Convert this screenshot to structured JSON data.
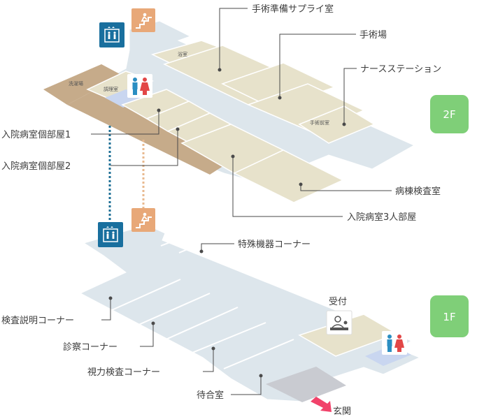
{
  "colors": {
    "floor": "#dde6ec",
    "floor_line": "#ffffff",
    "room": "#e7e2cb",
    "room_line": "#ffffff",
    "laundry": "#c6ab8a",
    "lounge_blue": "#c9d6f0",
    "entrance": "#c9cbd1",
    "elevator": "#196f9e",
    "stairs": "#e8a878",
    "badge": "#7fcf78",
    "dotted_elevator": "#1e6f95",
    "dotted_stairs": "#e8b98f",
    "arrow": "#f1426a",
    "leader": "#4a4a4a"
  },
  "icons": {
    "elevator": "elevator-icon",
    "stairs": "stairs-icon",
    "restroom": "restroom-icon",
    "reception": "reception-desk-icon",
    "entrance_arrow": "arrow-icon"
  },
  "floor2": {
    "badge": "2F",
    "callouts": {
      "supply": "手術準備サプライ室",
      "operating": "手術場",
      "nurse": "ナースステーション",
      "private1": "入院病室個部屋1",
      "private2": "入院病室個部屋2",
      "ward_exam": "病棟検査室",
      "ward3": "入院病室3人部屋"
    },
    "small_labels": {
      "bath": "浴室",
      "laundry": "洗濯場",
      "prep": "調理室",
      "pre_op": "手術前室"
    }
  },
  "floor1": {
    "badge": "1F",
    "callouts": {
      "special": "特殊機器コーナー",
      "exam_explain": "検査説明コーナー",
      "consult": "診察コーナー",
      "vision": "視力検査コーナー",
      "waiting": "待合室",
      "reception": "受付",
      "entrance": "玄関"
    }
  }
}
